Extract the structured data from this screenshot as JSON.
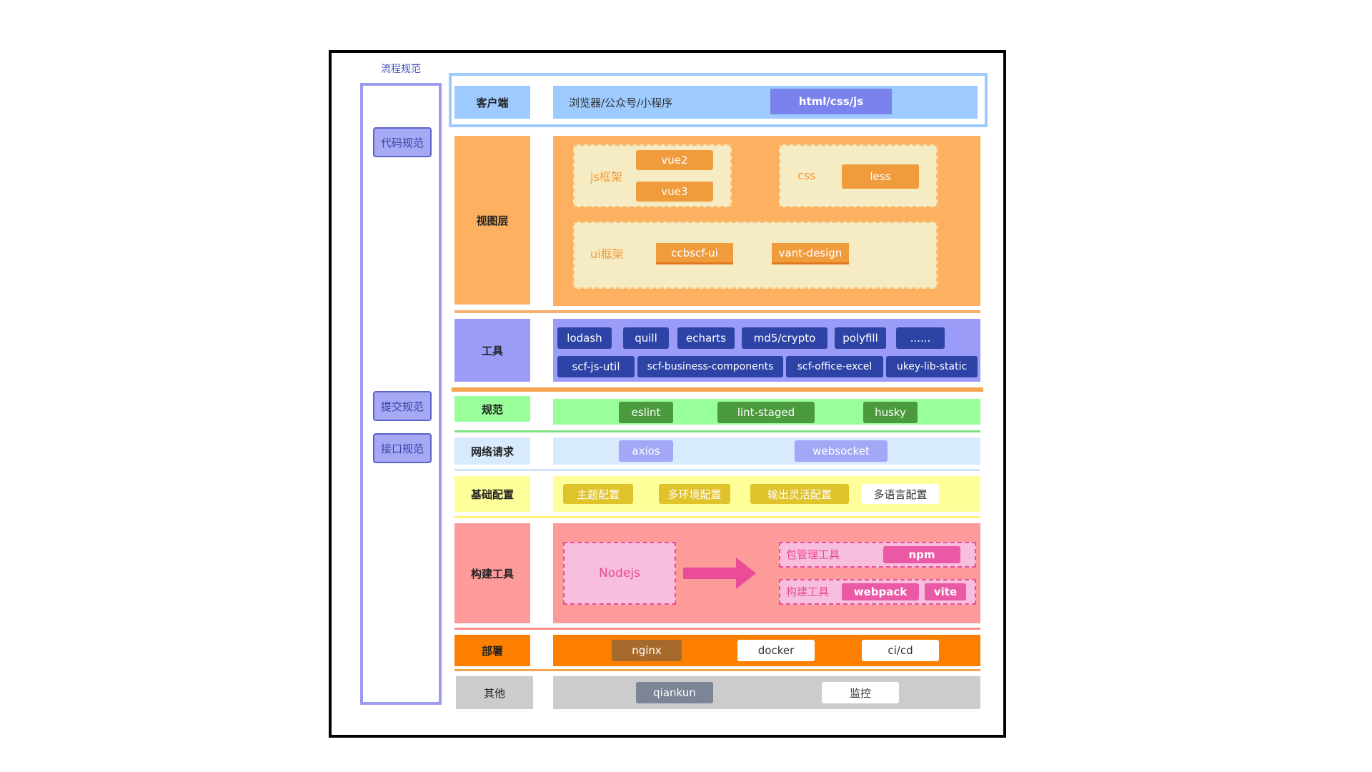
{
  "flow": {
    "title": "流程规范",
    "items": [
      "代码规范",
      "提交规范",
      "接口规范"
    ]
  },
  "client": {
    "label": "客户端",
    "text": "浏览器/公众号/小程序",
    "tag": "html/css/js"
  },
  "view": {
    "label": "视图层",
    "js_title": "js框架",
    "js_items": [
      "vue2",
      "vue3"
    ],
    "css_title": "css",
    "css_item": "less",
    "ui_title": "ui框架",
    "ui_items": [
      "ccbscf-ui",
      "vant-design"
    ]
  },
  "tools": {
    "label": "工具",
    "row1": [
      "lodash",
      "quill",
      "echarts",
      "md5/crypto",
      "polyfill",
      "......"
    ],
    "row2": [
      "scf-js-util",
      "scf-business-components",
      "scf-office-excel",
      "ukey-lib-static"
    ]
  },
  "lint": {
    "label": "规范",
    "items": [
      "eslint",
      "lint-staged",
      "husky"
    ]
  },
  "network": {
    "label": "网络请求",
    "items": [
      "axios",
      "websocket"
    ]
  },
  "config": {
    "label": "基础配置",
    "items": [
      "主题配置",
      "多环境配置",
      "输出灵活配置",
      "多语言配置"
    ]
  },
  "build": {
    "label": "构建工具",
    "node": "Nodejs",
    "pkg_title": "包管理工具",
    "pkg_item": "npm",
    "build_title": "构建工具",
    "build_items": [
      "webpack",
      "vite"
    ]
  },
  "deploy": {
    "label": "部署",
    "items": [
      "nginx",
      "docker",
      "ci/cd"
    ]
  },
  "other": {
    "label": "其他",
    "items": [
      "qiankun",
      "监控"
    ]
  },
  "colors": {
    "client": "#9dcbff",
    "view": "#fcb060",
    "tools": "#9b9cf7",
    "lint": "#99ff99",
    "network": "#d8eafd",
    "config": "#ffff99",
    "build": "#fd9a9a",
    "deploy": "#fd7f00",
    "other": "#cccccc"
  }
}
